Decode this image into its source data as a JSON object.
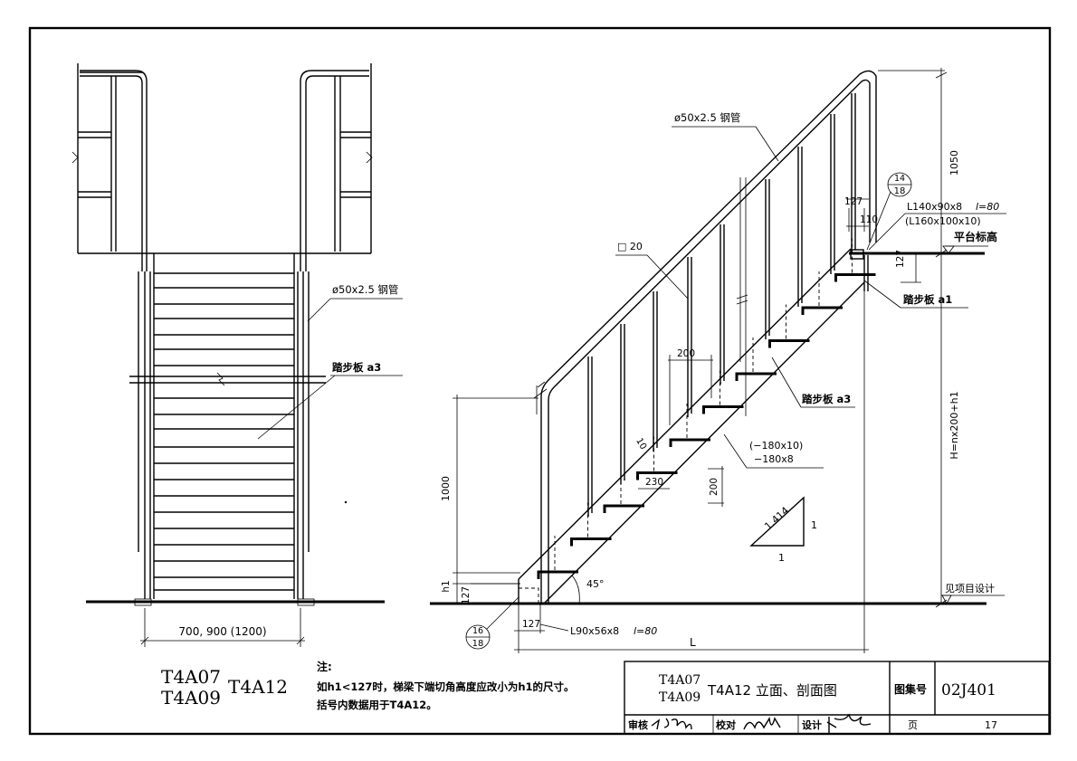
{
  "left_view": {
    "pipe_label": "ø50x2.5 钢管",
    "tread_label": "踏步板 a3",
    "width_dim": "700, 900 (1200)"
  },
  "right_view": {
    "pipe_label": "ø50x2.5 钢管",
    "bar_label": "□ 20",
    "angle_label": "L140x90x8",
    "angle_len": "l=80",
    "angle_alt": "(L160x100x10)",
    "platform_label": "平台标高",
    "tread_a1": "踏步板 a1",
    "tread_a3": "踏步板 a3",
    "stringer_alt": "(−180x10)",
    "stringer": "−180x8",
    "base_angle": "L90x56x8",
    "base_angle_len": "l=80",
    "see_design": "见项目设计",
    "slope_long": "1.414",
    "slope_one_a": "1",
    "slope_one_b": "1",
    "angle_45": "45°",
    "callout_top": {
      "num": "14",
      "den": "18"
    },
    "callout_bottom": {
      "num": "16",
      "den": "18"
    },
    "dims": {
      "d1050": "1050",
      "d127_top": "127",
      "d110": "110",
      "d127_plat": "127",
      "d200_run": "200",
      "d10": "10",
      "d230": "230",
      "d200_rise": "200",
      "d1000": "1000",
      "h1": "h1",
      "d127_base": "127",
      "d127_bottom": "127",
      "L": "L",
      "H": "H=nx200+h1"
    }
  },
  "codes": {
    "a": "T4A07",
    "b": "T4A09",
    "c": "T4A12"
  },
  "notes": {
    "title": "注:",
    "line1": "如h1<127时，梯梁下端切角高度应改小为h1的尺寸。",
    "line2": "括号内数据用于T4A12。"
  },
  "title_block": {
    "code_a": "T4A07",
    "code_b": "T4A09",
    "title": "T4A12 立面、剖面图",
    "atlas_label": "图集号",
    "atlas_no": "02J401",
    "review": "审核",
    "check": "校对",
    "design": "设计",
    "page_label": "页",
    "page_no": "17"
  }
}
